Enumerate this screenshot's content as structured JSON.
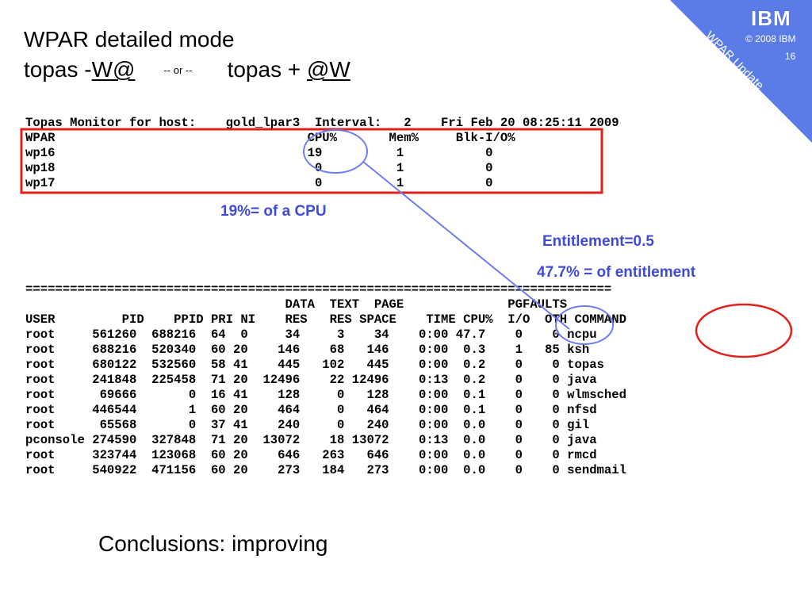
{
  "header": {
    "title_line1": "WPAR detailed mode",
    "title_line2_prefix": "topas -",
    "title_line2_cmd1": "W@",
    "title_line2_or": "-- or --",
    "title_line2_mid": "topas + ",
    "title_line2_cmd2": "@W"
  },
  "corner": {
    "logo": "IBM",
    "copyright": "© 2008 IBM",
    "slide_number": "16",
    "label": "WPAR Update",
    "color": "#5b7be6"
  },
  "topas_top": [
    "Topas Monitor for host:    gold_lpar3  Interval:   2    Fri Feb 20 08:25:11 2009",
    "WPAR                                  CPU%       Mem%     Blk-I/O%",
    "wp16                                  19          1           0",
    "wp18                                   0          1           0",
    "wp17                                   0          1           0"
  ],
  "topas_proc": [
    "===============================================================================",
    "                                   DATA  TEXT  PAGE              PGFAULTS",
    "USER         PID    PPID PRI NI    RES   RES SPACE    TIME CPU%  I/O  OTH COMMAND",
    "root     561260  688216  64  0     34     3    34    0:00 47.7    0    0 ncpu",
    "root     688216  520340  60 20    146    68   146    0:00  0.3    1   85 ksh",
    "root     680122  532560  58 41    445   102   445    0:00  0.2    0    0 topas",
    "root     241848  225458  71 20  12496    22 12496    0:13  0.2    0    0 java",
    "root      69666       0  16 41    128     0   128    0:00  0.1    0    0 wlmsched",
    "root     446544       1  60 20    464     0   464    0:00  0.1    0    0 nfsd",
    "root      65568       0  37 41    240     0   240    0:00  0.0    0    0 gil",
    "pconsole 274590  327848  71 20  13072    18 13072    0:13  0.0    0    0 java",
    "root     323744  123068  60 20    646   263   646    0:00  0.0    0    0 rmcd",
    "root     540922  471156  60 20    273   184   273    0:00  0.0    0    0 sendmail"
  ],
  "annotations": {
    "cpu_note": "19%= of a CPU",
    "entitlement": "Entitlement=0.5",
    "entitlement_pct": "47.7% = of entitlement",
    "note_color": "#3f4ad7",
    "highlight_red": "#e0201a",
    "highlight_blue": "#6f7bf0"
  },
  "conclusion": "Conclusions: improving"
}
